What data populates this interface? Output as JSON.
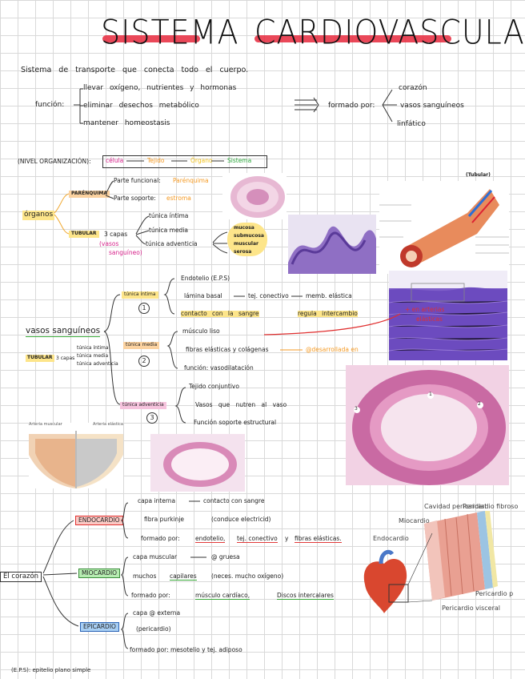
{
  "title": {
    "part1": "SISTEMA",
    "part2": "CARDIOVASCULAR"
  },
  "intro": "Sistema de transporte que conecta todo el cuerpo.",
  "funcion": {
    "label": "función:",
    "items": [
      "llevar oxígeno, nutrientes y hormonas",
      "eliminar desechos metabólico",
      "mantener homeostasis"
    ]
  },
  "formado": {
    "label": "formado por:",
    "items": [
      "corazón",
      "vasos sanguíneos",
      "linfático"
    ]
  },
  "nivel": {
    "label": "(NIVEL ORGANIZACIÓN):",
    "steps": [
      "célula",
      "Tejido",
      "Órgano",
      "Sistema"
    ]
  },
  "organos": {
    "label": "órganos",
    "parenquima": "PARÉNQUIMA",
    "tubular": "TUBULAR",
    "parte_funcional": "Parte funcional:",
    "parte_funcional_val": "Parénquima",
    "parte_soporte": "Parte soporte:",
    "parte_soporte_val": "estroma",
    "capas": "3 capas",
    "vasos_note1": "(vasos",
    "vasos_note2": "sanguíneo)",
    "tunicas": [
      "túnica íntima",
      "túnica media",
      "túnica adventicia"
    ],
    "layers": [
      "mucosa",
      "submucosa",
      "muscular",
      "serosa"
    ],
    "tubular_caption": "(Tubular)"
  },
  "vasos": {
    "label": "vasos sanguíneos",
    "mini_label": "TUBULAR",
    "mini_capas": "3 capas",
    "mini_tunicas": [
      "túnica íntima",
      "túnica media",
      "túnica adventicia"
    ],
    "intima": {
      "label": "túnica íntima",
      "num": "1",
      "items": [
        "Endotelio (E.P.S)",
        "lámina basal",
        "tej. conectivo",
        "memb. elástica",
        "contacto con la sangre",
        "regula intercambio"
      ]
    },
    "media": {
      "label": "túnica media",
      "num": "2",
      "items": [
        "músculo liso",
        "fibras elásticas y colágenas",
        "@desarrollada en",
        "función: vasodilatación"
      ]
    },
    "adventicia": {
      "label": "túnica adventicia",
      "num": "3",
      "items": [
        "Tejido conjuntivo",
        "Vasos que nutren al vaso",
        "Función soporte estructural"
      ]
    },
    "micro_note1": "+ en arterias",
    "micro_note2": "elásticas",
    "arteria_muscular": "Arteria muscular",
    "arteria_elastica": "Arteria elástica",
    "histo_labels": [
      "1",
      "2",
      "3"
    ]
  },
  "corazon": {
    "label": "El corazón",
    "endocardio": {
      "label": "ENDOCARDIO",
      "items": [
        "capa interna",
        "contacto con sangre",
        "fibra purkinje",
        "(conduce electricid)",
        "formado por:",
        "endotelio,",
        "tej. conectivo",
        "y",
        "fibras elásticas."
      ]
    },
    "miocardio": {
      "label": "MIOCARDIO",
      "items": [
        "capa muscular",
        "@ gruesa",
        "muchos",
        "capilares",
        "(neces. mucho oxígeno)",
        "formado por:",
        "músculo cardíaco,",
        "Discos intercalares"
      ]
    },
    "epicardio": {
      "label": "EPICARDIO",
      "items": [
        "capa @ externa",
        "(pericardio)",
        "formado por: mesotelio y tej. adiposo"
      ]
    },
    "diagram_labels": [
      "Cavidad pericardial",
      "Pericardio fibroso",
      "Miocardio",
      "Endocardio",
      "Pericardio p",
      "Pericardio visceral"
    ]
  },
  "footnote": "(E.P.S): epitelio plano simple"
}
